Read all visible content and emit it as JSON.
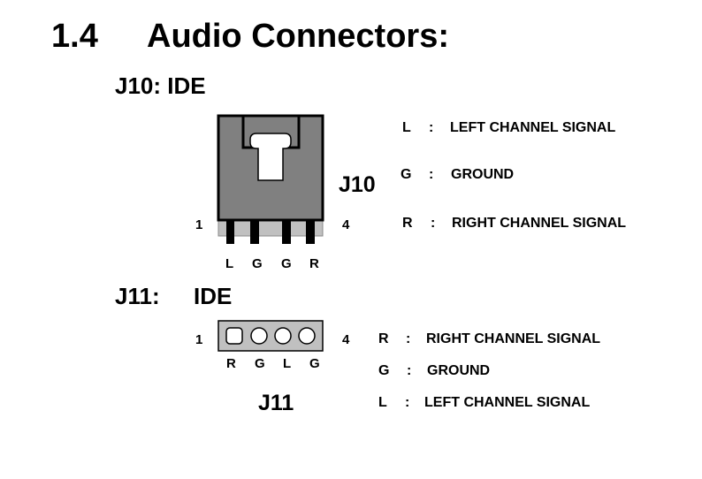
{
  "section": {
    "number": "1.4",
    "title": "Audio Connectors:"
  },
  "j10": {
    "heading_id": "J10:",
    "heading_type": "IDE",
    "label": "J10",
    "pin_first": "1",
    "pin_last": "4",
    "pins": [
      "L",
      "G",
      "G",
      "R"
    ],
    "legend": [
      {
        "key": "L",
        "sep": ":",
        "text": "LEFT CHANNEL SIGNAL"
      },
      {
        "key": "G",
        "sep": ":",
        "text": "GROUND"
      },
      {
        "key": "R",
        "sep": ":",
        "text": "RIGHT CHANNEL SIGNAL"
      }
    ]
  },
  "j11": {
    "heading_id": "J11:",
    "heading_type": "IDE",
    "label": "J11",
    "pin_first": "1",
    "pin_last": "4",
    "pins": [
      "R",
      "G",
      "L",
      "G"
    ],
    "legend": [
      {
        "key": "R",
        "sep": ":",
        "text": "RIGHT CHANNEL SIGNAL"
      },
      {
        "key": "G",
        "sep": ":",
        "text": "GROUND"
      },
      {
        "key": "L",
        "sep": ":",
        "text": "LEFT CHANNEL SIGNAL"
      }
    ]
  },
  "colors": {
    "connector_body": "#808080",
    "connector_base": "#c0c0c0",
    "outline": "#000000"
  }
}
